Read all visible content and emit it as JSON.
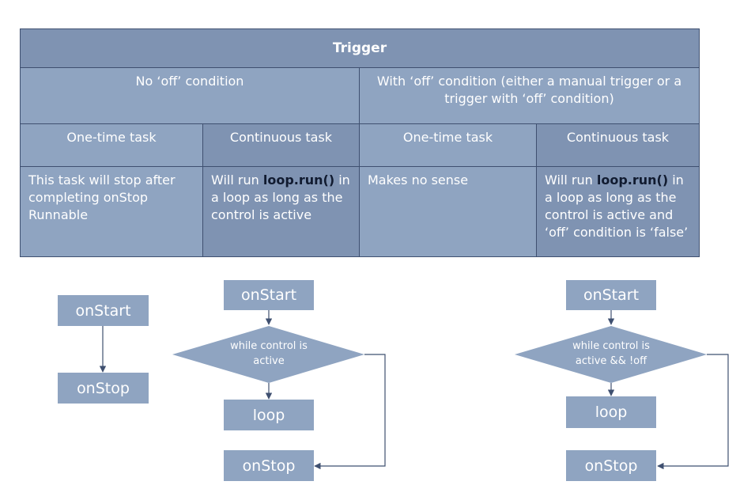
{
  "table": {
    "title": "Trigger",
    "groups": {
      "no_off": "No ‘off’ condition",
      "with_off": "With ‘off’ condition (either a manual trigger or a trigger with ‘off’ condition)"
    },
    "columns": {
      "c1": "One-time task",
      "c2": "Continuous task",
      "c3": "One-time task",
      "c4": "Continuous task"
    },
    "cells": {
      "c1": "This task will stop after completing onStop Runnable",
      "c2_pre": "Will run ",
      "c2_code": "loop.run()",
      "c2_post": " in a loop as long as the control is active",
      "c3": "Makes no sense",
      "c4_pre": "Will run ",
      "c4_code": "loop.run()",
      "c4_post": " in a loop as long as the control is active and ‘off’ condition is ‘false’"
    }
  },
  "flow1": {
    "start": "onStart",
    "stop": "onStop"
  },
  "flow2": {
    "start": "onStart",
    "condition": "while control is active",
    "loop": "loop",
    "stop": "onStop"
  },
  "flow3": {
    "start": "onStart",
    "condition": "while control is active && !off",
    "loop": "loop",
    "stop": "onStop"
  },
  "colors": {
    "fill": "#8fa4c1",
    "header": "#7f93b2",
    "border": "#3f5070",
    "code": "#111b30"
  }
}
